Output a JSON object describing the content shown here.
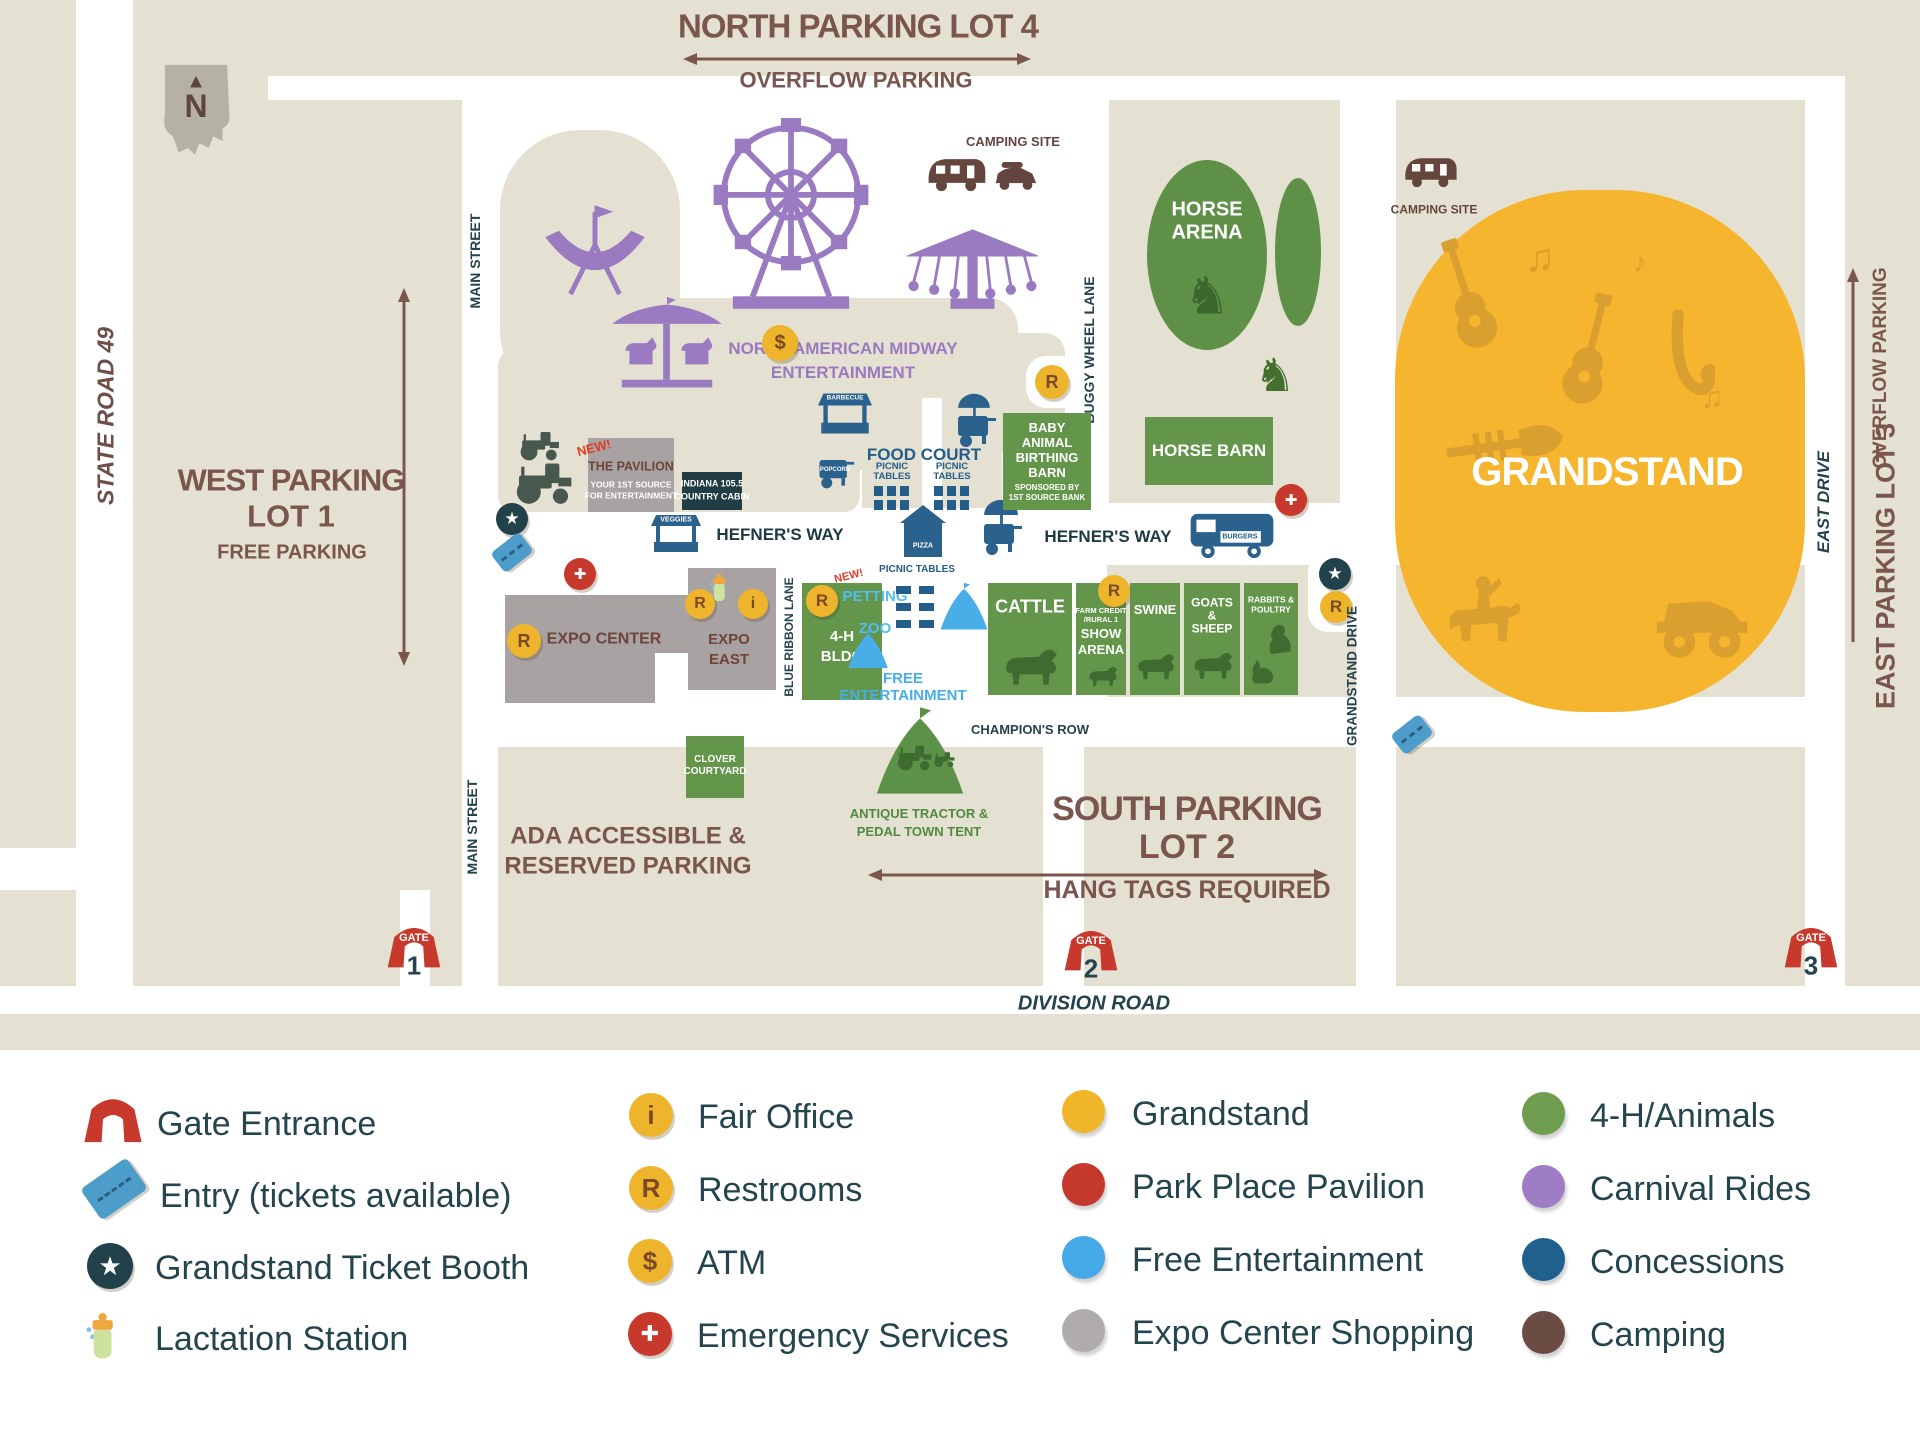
{
  "colors": {
    "beige": "#e5e1d2",
    "road": "#ffffff",
    "brown_text": "#7a564e",
    "teal_text": "#24434c",
    "purple": "#9a7ac1",
    "green": "#63954a",
    "green_dark": "#3e6b2f",
    "yellow": "#f5b52e",
    "gold": "#d9a02f",
    "red": "#c8392d",
    "navy": "#235d89",
    "sky": "#47aee9",
    "gray": "#a8a2a2",
    "camping_brown": "#64463e",
    "icon_yellow": "#eeb42c"
  },
  "compass": {
    "label": "N"
  },
  "icons": {
    "atm": "$",
    "restroom": "R",
    "info": "i",
    "emergency": "✚",
    "star": "★",
    "compass_arrow": "▲",
    "horse": "♞",
    "music_note_1": "♫",
    "music_note_2": "♪"
  },
  "parking": {
    "north": {
      "title": "NORTH PARKING LOT 4",
      "subtitle": "OVERFLOW PARKING"
    },
    "west": {
      "title": "WEST PARKING",
      "title2": "LOT 1",
      "subtitle": "FREE PARKING"
    },
    "south": {
      "title": "SOUTH PARKING",
      "title2": "LOT 2",
      "subtitle": "HANG TAGS REQUIRED"
    },
    "east": {
      "title": "EAST PARKING LOT 3",
      "subtitle": "OVERFLOW PARKING"
    },
    "ada": {
      "line1": "ADA ACCESSIBLE &",
      "line2": "RESERVED PARKING"
    }
  },
  "roads": {
    "state_road": "STATE ROAD 49",
    "main_street_upper": "MAIN STREET",
    "main_street_lower": "MAIN STREET",
    "buggy_wheel": "BUGGY WHEEL LANE",
    "blue_ribbon": "BLUE RIBBON LANE",
    "hefners_left": "HEFNER'S WAY",
    "hefners_right": "HEFNER'S WAY",
    "champions_row": "CHAMPION'S ROW",
    "grandstand_drive": "GRANDSTAND DRIVE",
    "east_drive": "EAST DRIVE",
    "division": "DIVISION ROAD"
  },
  "gates": [
    {
      "label": "GATE",
      "number": "1"
    },
    {
      "label": "GATE",
      "number": "2"
    },
    {
      "label": "GATE",
      "number": "3"
    }
  ],
  "areas": {
    "midway": {
      "line1": "NORTH AMERICAN MIDWAY",
      "line2": "ENTERTAINMENT"
    },
    "camping1": "CAMPING SITE",
    "camping2": "CAMPING SITE",
    "horse_arena": {
      "line1": "HORSE",
      "line2": "ARENA"
    },
    "horse_barn": "HORSE BARN",
    "baby_barn": {
      "line1": "BABY",
      "line2": "ANIMAL",
      "line3": "BIRTHING",
      "line4": "BARN",
      "sub1": "SPONSORED BY",
      "sub2": "1ST SOURCE BANK"
    },
    "grandstand": "GRANDSTAND",
    "pavilion": {
      "flag": "NEW!",
      "title": "THE PAVILION",
      "sub1": "YOUR 1ST SOURCE",
      "sub2": "FOR ENTERTAINMENT"
    },
    "cabin": {
      "line1": "INDIANA 105.5",
      "line2": "COUNTRY CABIN"
    },
    "expo_center": "EXPO CENTER",
    "expo_east": {
      "line1": "EXPO",
      "line2": "EAST"
    },
    "h4": {
      "line1": "4-H",
      "line2": "BLDG"
    },
    "petting": {
      "flag": "NEW!",
      "line1": "PETTING",
      "line2": "ZOO"
    },
    "picnic_small": "PICNIC TABLES",
    "free_ent": {
      "line1": "FREE",
      "line2": "ENTERTAINMENT"
    },
    "clover": {
      "line1": "CLOVER",
      "line2": "COURTYARD"
    },
    "tractor_tent": {
      "line1": "ANTIQUE TRACTOR &",
      "line2": "PEDAL TOWN TENT"
    },
    "food_court": "FOOD COURT",
    "picnic1": "PICNIC TABLES",
    "picnic2": "PICNIC TABLES",
    "barns": [
      {
        "l1": "CATTLE"
      },
      {
        "l1": "FARM CREDIT",
        "l2": "/RURAL 1",
        "l3": "SHOW",
        "l4": "ARENA"
      },
      {
        "l1": "SWINE"
      },
      {
        "l1": "GOATS",
        "l2": "&",
        "l3": "SHEEP"
      },
      {
        "l1": "RABBITS &",
        "l2": "POULTRY"
      }
    ]
  },
  "stands": {
    "barbecue": "BARBECUE",
    "popcorn": "POPCORN",
    "veggies": "VEGGIES",
    "pizza": "PIZZA",
    "burgers": "BURGERS"
  },
  "legend": {
    "columns": [
      {
        "items": [
          {
            "icon": "gate-entrance-icon",
            "label": "Gate Entrance"
          },
          {
            "icon": "entry-ticket-icon",
            "label": "Entry (tickets available)"
          },
          {
            "icon": "grandstand-ticket-booth-icon",
            "label": "Grandstand Ticket Booth"
          },
          {
            "icon": "lactation-station-icon",
            "label": "Lactation Station"
          }
        ]
      },
      {
        "items": [
          {
            "icon": "fair-office-icon",
            "glyph": "i",
            "label": "Fair Office"
          },
          {
            "icon": "restrooms-icon",
            "glyph": "R",
            "label": "Restrooms"
          },
          {
            "icon": "atm-icon",
            "glyph": "$",
            "label": "ATM"
          },
          {
            "icon": "emergency-services-icon",
            "glyph": "✚",
            "label": "Emergency Services"
          }
        ]
      },
      {
        "items": [
          {
            "icon": "grandstand-dot",
            "color": "#efb52b",
            "label": "Grandstand"
          },
          {
            "icon": "park-place-pavilion-dot",
            "color": "#c5392d",
            "label": "Park Place Pavilion"
          },
          {
            "icon": "free-entertainment-dot",
            "color": "#44a9e6",
            "label": "Free Entertainment"
          },
          {
            "icon": "expo-center-shopping-dot",
            "color": "#b1acac",
            "label": "Expo Center Shopping"
          }
        ]
      },
      {
        "items": [
          {
            "icon": "4h-animals-dot",
            "color": "#6f9e50",
            "label": "4-H/Animals"
          },
          {
            "icon": "carnival-rides-dot",
            "color": "#9f7cc6",
            "label": "Carnival Rides"
          },
          {
            "icon": "concessions-dot",
            "color": "#20608d",
            "label": "Concessions"
          },
          {
            "icon": "camping-dot",
            "color": "#6b4c44",
            "label": "Camping"
          }
        ]
      }
    ]
  }
}
